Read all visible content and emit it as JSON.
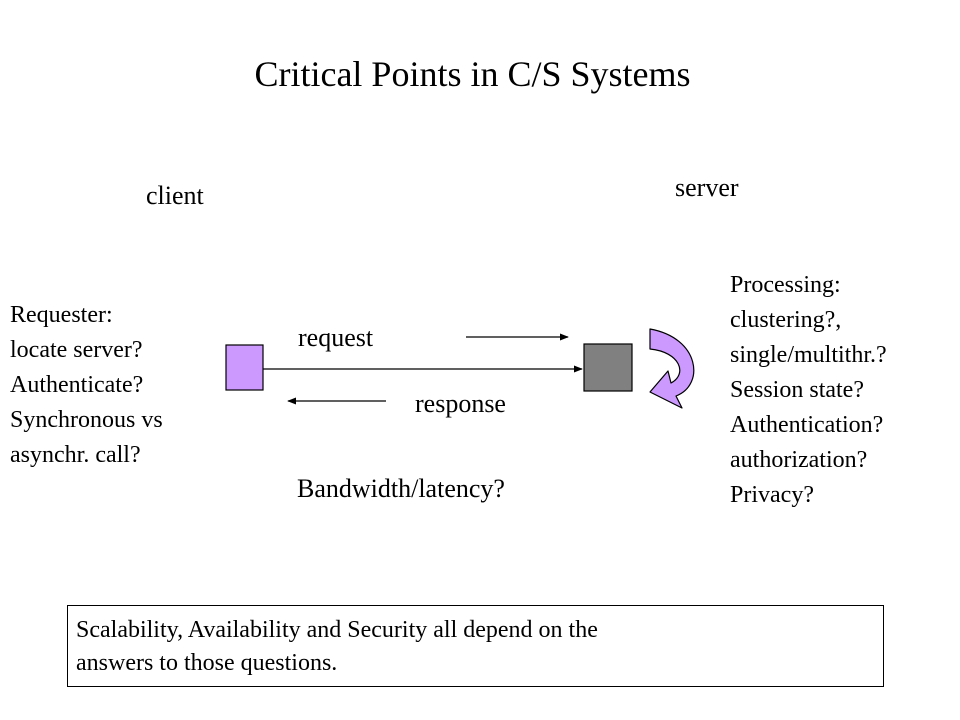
{
  "title": "Critical Points in C/S Systems",
  "client_label": "client",
  "server_label": "server",
  "request_label": "request",
  "response_label": "response",
  "bandwidth_label": "Bandwidth/latency?",
  "requester_lines": [
    "Requester:",
    "locate server?",
    "Authenticate?",
    "Synchronous  vs",
    "asynchr.  call?"
  ],
  "processing_lines": [
    "Processing:",
    "clustering?,",
    "single/multithr.?",
    "Session  state?",
    "Authentication?",
    "authorization?",
    "Privacy?"
  ],
  "conclusion_lines": [
    "Scalability, Availability and Security all depend on the",
    "answers to those questions."
  ],
  "colors": {
    "client_box": "#cc99ff",
    "server_box": "#808080",
    "line": "#000000"
  }
}
